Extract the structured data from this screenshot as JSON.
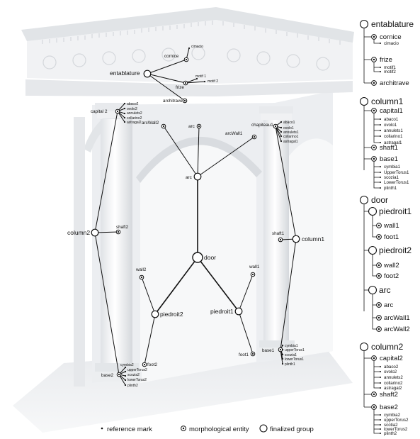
{
  "hierarchy": {
    "entablature": {
      "label": "entablature",
      "cornice": "cornice",
      "cornice_parts": [
        "cimacio"
      ],
      "frize": "frize",
      "frize_parts": [
        "motif1",
        "motif2"
      ],
      "architrave": "architrave"
    },
    "column1": {
      "label": "column1",
      "capital": "capital1",
      "capital_parts": [
        "abaco1",
        "ovolo1",
        "annulets1",
        "collarino1",
        "astragal1"
      ],
      "shaft": "shaft1",
      "base": "base1",
      "base_parts": [
        "cymbia1",
        "UpperTorus1",
        "scozia1",
        "LowerTorus1",
        "plinth1"
      ]
    },
    "door": {
      "label": "door",
      "piedroit1": "piedroit1",
      "piedroit1_parts": [
        "wall1",
        "foot1"
      ],
      "piedroit2": "piedroit2",
      "piedroit2_parts": [
        "wall2",
        "foot2"
      ],
      "arc": "arc",
      "arc_parts": [
        "arc",
        "arcWall1",
        "arcWall2"
      ]
    },
    "column2": {
      "label": "column2",
      "capital": "capital2",
      "capital_parts": [
        "abaco2",
        "ovolo2",
        "annulets2",
        "collarino2",
        "astragal2"
      ],
      "shaft": "shaft2",
      "base": "base2",
      "base_parts": [
        "cymbia2",
        "upperTorus2",
        "scotia2",
        "lowerTorus2",
        "plinth2"
      ]
    }
  },
  "overlay": {
    "entablature": "entablature",
    "cornice": "cornice",
    "cimacio": "cimacio",
    "frize": "frize",
    "motif1": "motif 1",
    "motif2": "motif 2",
    "architrave": "architrave",
    "capital2": "capital 2",
    "capital2_parts": [
      "abaco2",
      "ovolo2",
      "annulets2",
      "collarino2",
      "astragal2"
    ],
    "arcWall2": "arcWall2",
    "arc_top": "arc",
    "arcWall1": "arcWall1",
    "chapiteau1": "chapiteau1",
    "capital1_parts": [
      "abaco1",
      "ovolo1",
      "annulets1",
      "collarino1",
      "astragal1"
    ],
    "arc_mid": "arc",
    "column2": "column2",
    "shaft2": "shaft2",
    "shaft1": "shaft1",
    "column1": "column1",
    "door": "door",
    "wall2": "wall2",
    "wall1": "wall1",
    "piedroit2": "piedroit2",
    "piedroit1": "piedroit1",
    "foot1": "foot1",
    "foot2": "foot2",
    "base1": "base1",
    "base1_parts": [
      "cymbia1",
      "upperTorus1",
      "scozia1",
      "lowerTorus1",
      "plinth1"
    ],
    "base2": "base2",
    "base2_parts": [
      "cymbia2",
      "upperTorus2",
      "scozia2",
      "lowerTorus2",
      "plinth2"
    ]
  },
  "legend": {
    "reference_mark": "reference mark",
    "morphological_entity": "morphological entity",
    "finalized_group": "finalized group"
  }
}
